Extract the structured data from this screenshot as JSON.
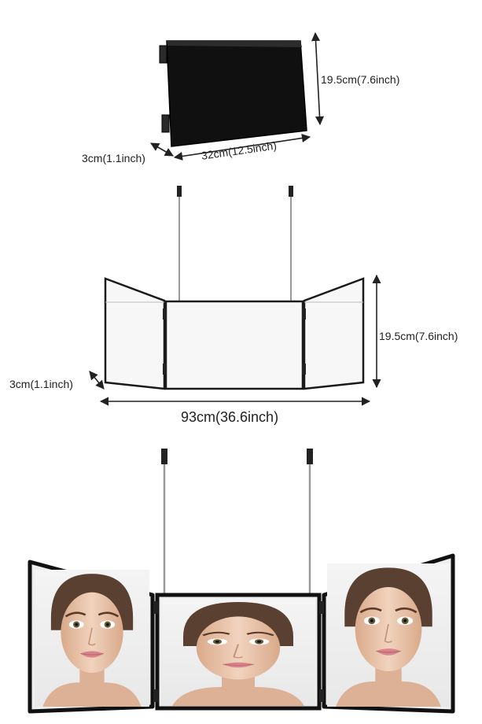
{
  "folded_view": {
    "height_label": "19.5cm(7.6inch)",
    "depth_label": "3cm(1.1inch)",
    "width_label": "32cm(12.5inch)"
  },
  "unfolded_view": {
    "height_label": "19.5cm(7.6inch)",
    "depth_label": "3cm(1.1inch)",
    "width_label": "93cm(36.6inch)"
  },
  "in_use_view": {
    "reflections": [
      "face-left-profile",
      "face-front",
      "face-right-profile"
    ]
  },
  "colors": {
    "frame": "#1a1a1a",
    "mirror_face": "#f7f7f7",
    "rod": "#9a9a9a",
    "dimension_line": "#222222",
    "skin": "#e8c4a8",
    "hair": "#5a4030"
  }
}
